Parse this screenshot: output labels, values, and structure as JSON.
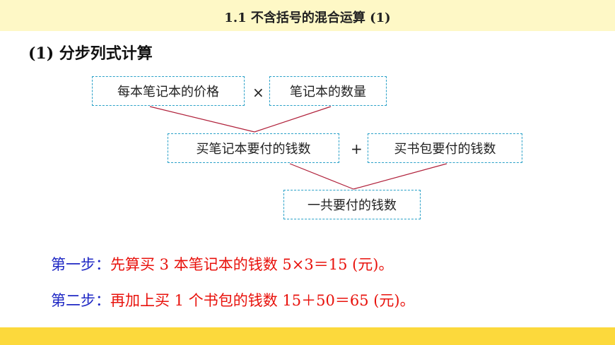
{
  "header": {
    "title": "1.1  不含括号的混合运算 (1)"
  },
  "section": {
    "heading": "(1) 分步列式计算"
  },
  "diagram": {
    "box_price": "每本笔记本的价格",
    "op_times": "×",
    "box_count": "笔记本的数量",
    "box_notebook_cost": "买笔记本要付的钱数",
    "op_plus": "+",
    "box_bag_cost": "买书包要付的钱数",
    "box_total": "一共要付的钱数"
  },
  "steps": [
    {
      "label": "第一步：",
      "text": "先算买 3 本笔记本的钱数 5×3＝15 (元)。"
    },
    {
      "label": "第二步：",
      "text": "再加上买 1 个书包的钱数 15＋50＝65 (元)。"
    }
  ],
  "colors": {
    "header_bg": "#fef8c6",
    "footer_bg": "#fcd93c",
    "box_border": "#2aa1c8",
    "line": "#b0203a",
    "step_label": "#1f28c4",
    "step_text": "#e8120c"
  }
}
